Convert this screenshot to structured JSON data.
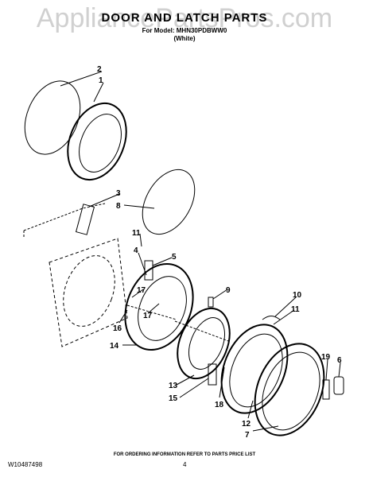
{
  "watermark": "AppliancePartsPros.com",
  "header": {
    "title": "DOOR AND LATCH PARTS",
    "model_line": "For Model: MHN30PDBWW0",
    "color_line": "(White)"
  },
  "callouts": [
    "2",
    "1",
    "3",
    "8",
    "11",
    "4",
    "5",
    "17",
    "9",
    "10",
    "11",
    "17",
    "16",
    "14",
    "13",
    "15",
    "18",
    "19",
    "6",
    "12",
    "7"
  ],
  "footer": {
    "order_note": "FOR ORDERING INFORMATION REFER TO PARTS PRICE LIST",
    "doc_number": "W10487498",
    "page_number": "4"
  }
}
